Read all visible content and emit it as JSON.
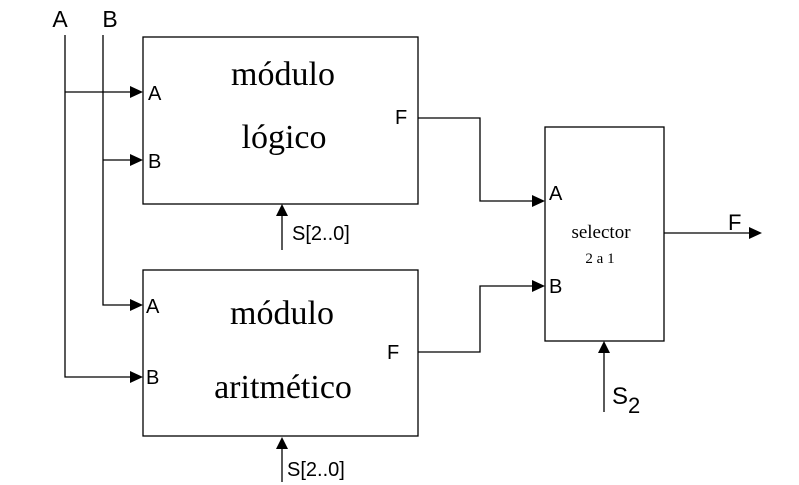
{
  "inputs": {
    "a": "A",
    "b": "B"
  },
  "logic_module": {
    "title_line1": "módulo",
    "title_line2": "lógico",
    "port_a": "A",
    "port_b": "B",
    "port_f": "F",
    "select": "S[2..0]"
  },
  "arith_module": {
    "title_line1": "módulo",
    "title_line2": "aritmético",
    "port_a": "A",
    "port_b": "B",
    "port_f": "F",
    "select": "S[2..0]"
  },
  "selector": {
    "title_line1": "selector",
    "title_line2": "2 a 1",
    "port_a": "A",
    "port_b": "B",
    "select_base": "S",
    "select_sub": "2"
  },
  "output": "F"
}
